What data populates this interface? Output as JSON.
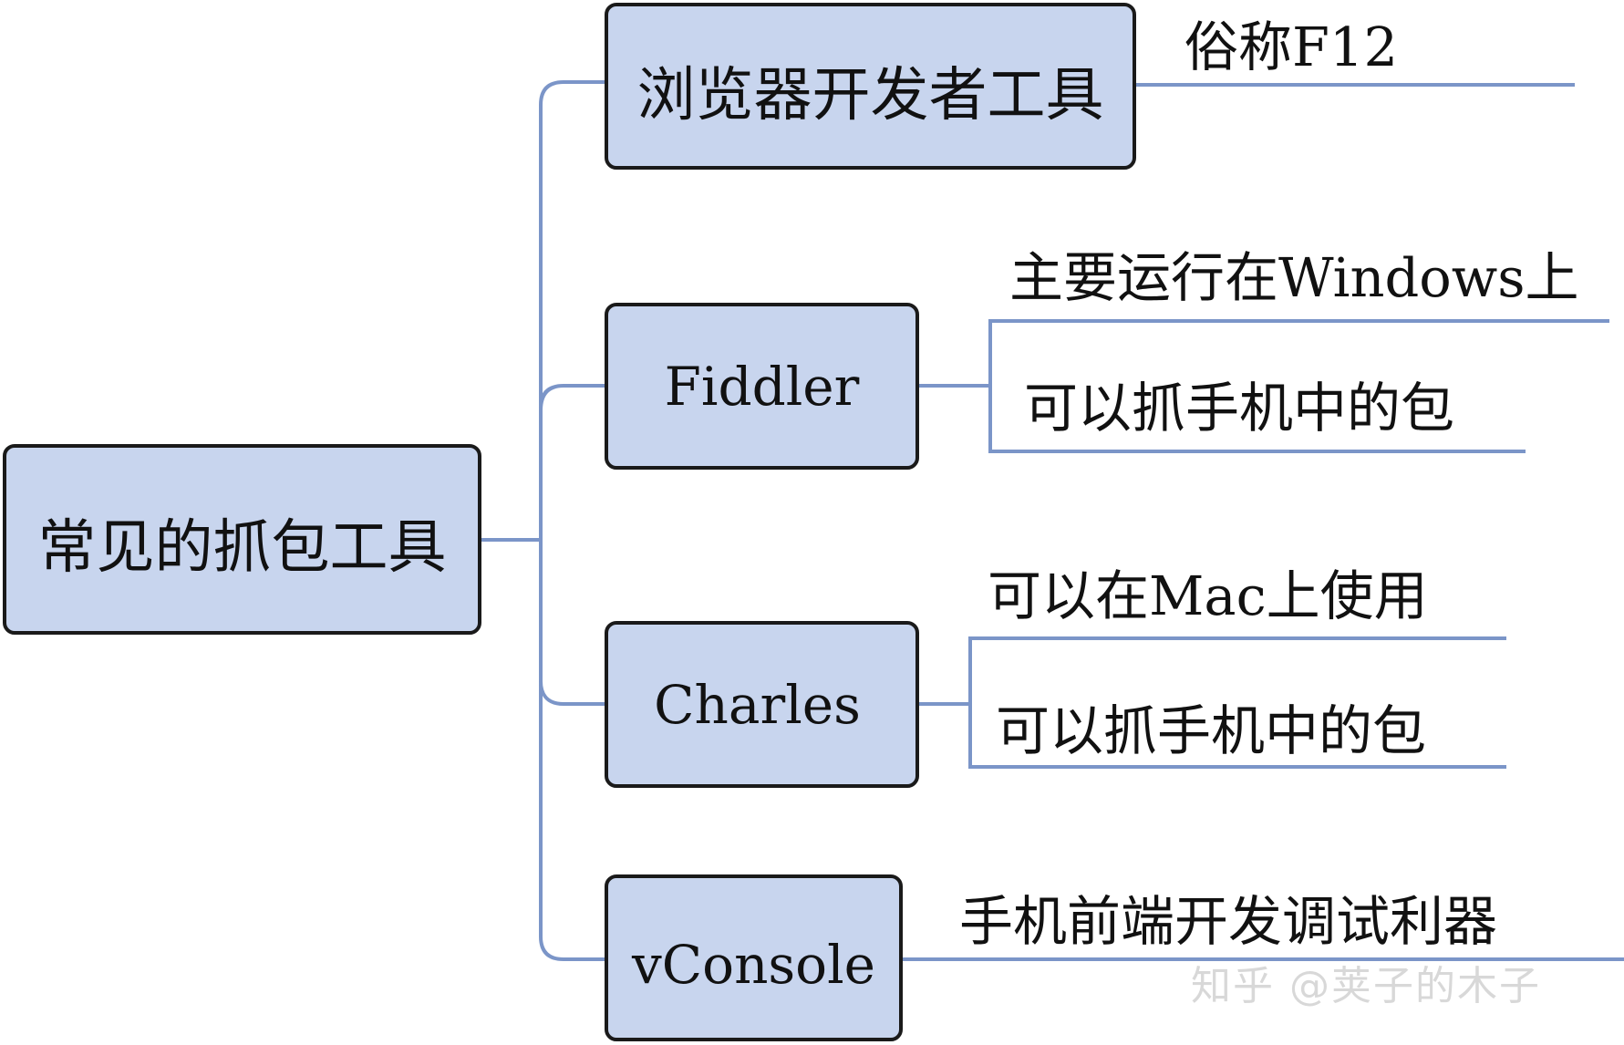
{
  "diagram": {
    "root": {
      "label": "常见的抓包工具"
    },
    "tools": [
      {
        "label": "浏览器开发者工具",
        "notes": [
          "俗称F12"
        ]
      },
      {
        "label": "Fiddler",
        "notes": [
          "主要运行在Windows上",
          "可以抓手机中的包"
        ]
      },
      {
        "label": "Charles",
        "notes": [
          "可以在Mac上使用",
          "可以抓手机中的包"
        ]
      },
      {
        "label": "vConsole",
        "notes": [
          "手机前端开发调试利器"
        ]
      }
    ]
  },
  "watermark": "知乎 @荚子的木子",
  "colors": {
    "node_fill": "#c8d5ee",
    "node_border": "#1a1a1a",
    "connector": "#7b95c8",
    "background": "#ffffff"
  }
}
